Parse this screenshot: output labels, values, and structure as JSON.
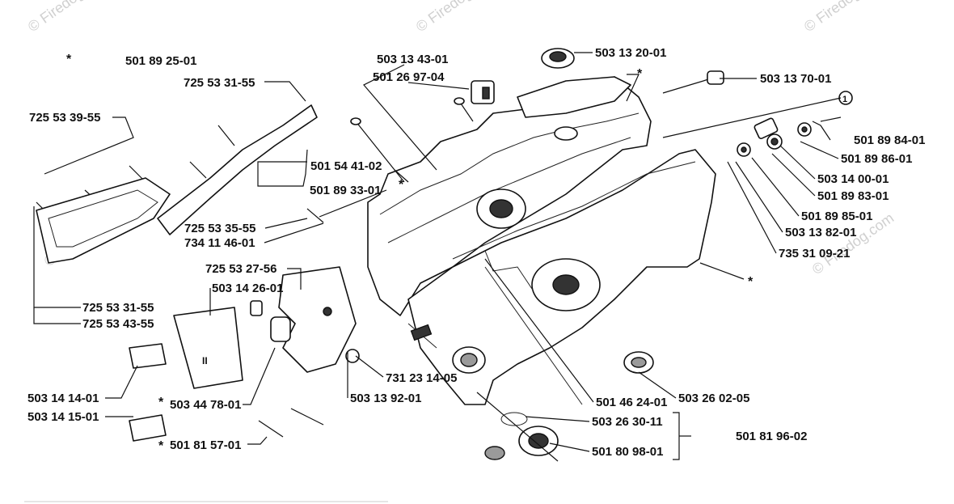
{
  "watermark": {
    "text": "© Firedog.com"
  },
  "assembly_number": "501 81 96-02",
  "references": {
    "circled_1": "1",
    "asterisk": "*"
  },
  "part_labels": [
    {
      "id": "p-501892501",
      "text": "501 89 25-01"
    },
    {
      "id": "p-725533155a",
      "text": "725 53 31-55"
    },
    {
      "id": "p-725533955",
      "text": "725 53 39-55"
    },
    {
      "id": "p-501544102",
      "text": "501 54 41-02"
    },
    {
      "id": "p-501893301",
      "text": "501 89 33-01"
    },
    {
      "id": "p-725533555",
      "text": "725 53 35-55"
    },
    {
      "id": "p-734114601",
      "text": "734 11 46-01"
    },
    {
      "id": "p-725532756",
      "text": "725 53 27-56"
    },
    {
      "id": "p-503142601",
      "text": "503 14 26-01"
    },
    {
      "id": "p-725533155b",
      "text": "725 53 31-55"
    },
    {
      "id": "p-725534355",
      "text": "725 53 43-55"
    },
    {
      "id": "p-503141401",
      "text": "503 14 14-01"
    },
    {
      "id": "p-503141501",
      "text": "503 14 15-01"
    },
    {
      "id": "p-503447801",
      "text": "503 44 78-01"
    },
    {
      "id": "p-503139201",
      "text": "503 13 92-01"
    },
    {
      "id": "p-731231405",
      "text": "731 23 14-05"
    },
    {
      "id": "p-501815701",
      "text": "501 81 57-01"
    },
    {
      "id": "p-503134301",
      "text": "503 13 43-01"
    },
    {
      "id": "p-501269704",
      "text": "501 26 97-04"
    },
    {
      "id": "p-503132001",
      "text": "503 13 20-01"
    },
    {
      "id": "p-503137001",
      "text": "503 13 70-01"
    },
    {
      "id": "p-501898401",
      "text": "501 89 84-01"
    },
    {
      "id": "p-501898601",
      "text": "501 89 86-01"
    },
    {
      "id": "p-503140001",
      "text": "503 14 00-01"
    },
    {
      "id": "p-501898301",
      "text": "501 89 83-01"
    },
    {
      "id": "p-501898501",
      "text": "501 89 85-01"
    },
    {
      "id": "p-503138201",
      "text": "503 13 82-01"
    },
    {
      "id": "p-735310921",
      "text": "735 31 09-21"
    },
    {
      "id": "p-501462401",
      "text": "501 46 24-01"
    },
    {
      "id": "p-503260205",
      "text": "503 26 02-05"
    },
    {
      "id": "p-503263011",
      "text": "503 26 30-11"
    },
    {
      "id": "p-501809801",
      "text": "501 80 98-01"
    }
  ]
}
